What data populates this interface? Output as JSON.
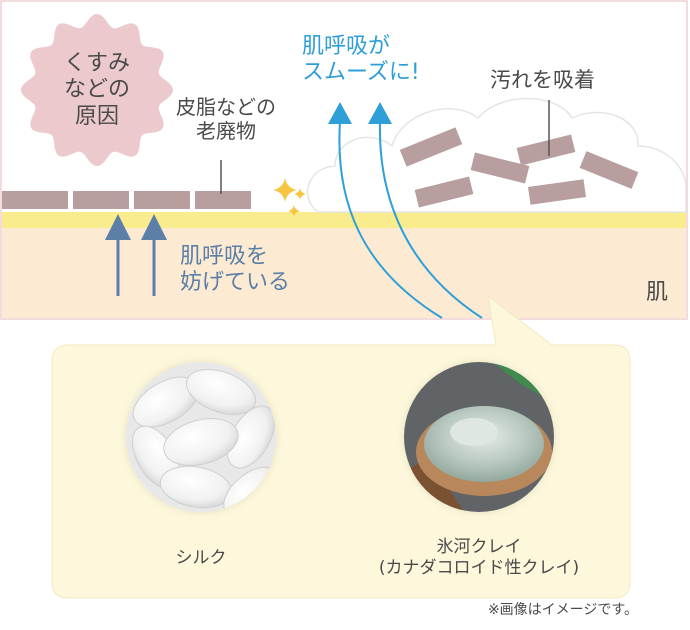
{
  "badge": {
    "lines": [
      "くすみ",
      "などの",
      "原因"
    ]
  },
  "sebum": {
    "lines": [
      "皮脂などの",
      "老廃物"
    ]
  },
  "smooth": {
    "lines": [
      "肌呼吸が",
      "スムーズに!"
    ]
  },
  "adsorb": {
    "label": "汚れを吸着"
  },
  "blocked": {
    "lines": [
      "肌呼吸を",
      "妨げている"
    ]
  },
  "skin": {
    "label": "肌"
  },
  "items": [
    {
      "name": "シルク",
      "image": "silk-cocoons-photo"
    },
    {
      "name_lines": [
        "氷河クレイ",
        "(カナダコロイド性クレイ)"
      ],
      "image": "clay-powder-spoon-photo"
    }
  ],
  "note": "※画像はイメージです。",
  "colors": {
    "badge_fill": "#ecc9cc",
    "debris": "#b89e9f",
    "skin_fill": "#fcebd2",
    "skin_line": "#f9ec8c",
    "callout_fill": "#fdf8dc",
    "arrow_blue": "#2f9fd8",
    "arrow_grey_blue": "#5b7fa8",
    "sparkle": "#f7c640"
  }
}
